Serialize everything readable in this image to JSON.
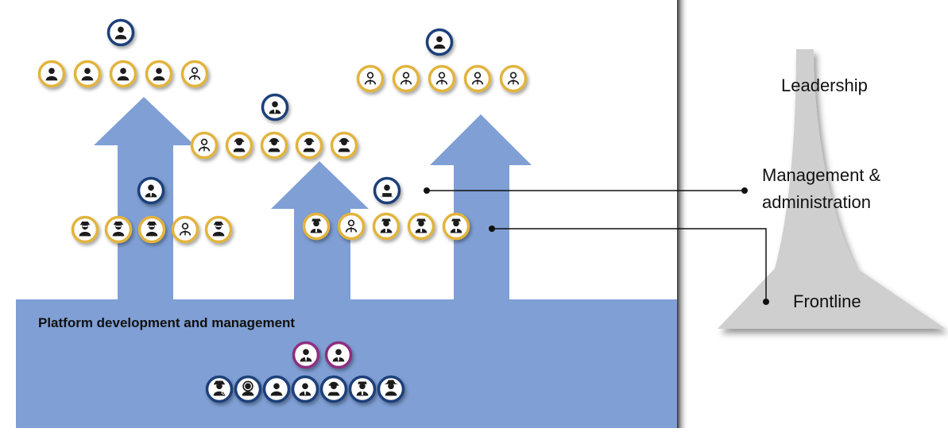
{
  "labels": {
    "leadership": "Leadership",
    "management_line1": "Management &",
    "management_line2": "administration",
    "frontline": "Frontline",
    "platform": "Platform development and management"
  },
  "colors": {
    "arrow_blue": "#7f9fd5",
    "platform_blue": "#7f9fd5",
    "panel_shadow": "#555555",
    "funnel_grey": "#cfcfcf",
    "ring_gold": "#e2b43c",
    "ring_navy": "#1e3f7a",
    "ring_purple": "#8e2f7f",
    "icon_dark": "#1a1a1a"
  },
  "icon_groups": [
    {
      "name": "team-1-lead",
      "ring": "navy",
      "icons": [
        "person-icon"
      ]
    },
    {
      "name": "team-1-members",
      "ring": "gold",
      "icons": [
        "person-icon",
        "person-icon",
        "person-icon",
        "person-icon",
        "worker-icon"
      ]
    },
    {
      "name": "team-2-lead",
      "ring": "navy",
      "icons": [
        "businessman-icon"
      ]
    },
    {
      "name": "team-2-members",
      "ring": "gold",
      "icons": [
        "worker-icon",
        "hardhat-worker-icon",
        "hardhat-worker-icon",
        "hardhat-worker-icon",
        "hardhat-worker-icon"
      ]
    },
    {
      "name": "team-3-lead",
      "ring": "navy",
      "icons": [
        "person-icon"
      ]
    },
    {
      "name": "team-3-members",
      "ring": "gold",
      "icons": [
        "worker-icon",
        "worker-icon",
        "worker-icon",
        "worker-icon",
        "worker-icon"
      ]
    },
    {
      "name": "team-4-lead",
      "ring": "navy",
      "icons": [
        "businessman-icon"
      ]
    },
    {
      "name": "team-4-members",
      "ring": "gold",
      "icons": [
        "spy-icon",
        "spy-icon",
        "spy-icon",
        "worker-icon",
        "spy-icon"
      ]
    },
    {
      "name": "team-5-lead",
      "ring": "navy",
      "icons": [
        "laptop-user-icon"
      ]
    },
    {
      "name": "team-5-members",
      "ring": "gold",
      "icons": [
        "officer-icon",
        "worker-icon",
        "officer-icon",
        "officer-icon",
        "officer-icon"
      ]
    },
    {
      "name": "platform-leads",
      "ring": "purple",
      "icons": [
        "businessman-icon",
        "businessman-icon"
      ]
    },
    {
      "name": "platform-members",
      "ring": "navy",
      "icons": [
        "detective-icon",
        "astronaut-icon",
        "person-icon",
        "businessman-icon",
        "hardhat-worker-icon",
        "officer-icon",
        "cowboy-icon"
      ]
    }
  ]
}
